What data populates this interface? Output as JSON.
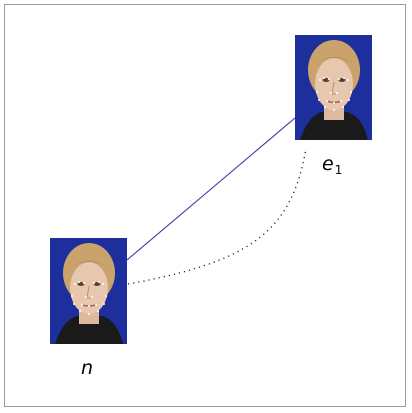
{
  "figure": {
    "nodes": [
      {
        "id": "e1",
        "label_main": "e",
        "label_sub": "1",
        "kind": "face-photo"
      },
      {
        "id": "n",
        "label_main": "n",
        "label_sub": "",
        "kind": "face-photo"
      }
    ],
    "edges": [
      {
        "from": "n",
        "to": "e1",
        "style": "solid",
        "color": "#3a3aa8"
      },
      {
        "from": "n",
        "to": "e1",
        "style": "dotted",
        "color": "#222222"
      }
    ],
    "colors": {
      "photo_background": "#1d2f9c",
      "skin": "#e7c7ae",
      "hair": "#c9a36b",
      "landmark_points": "#ffffff",
      "frame_border": "#9a9a9a"
    }
  }
}
